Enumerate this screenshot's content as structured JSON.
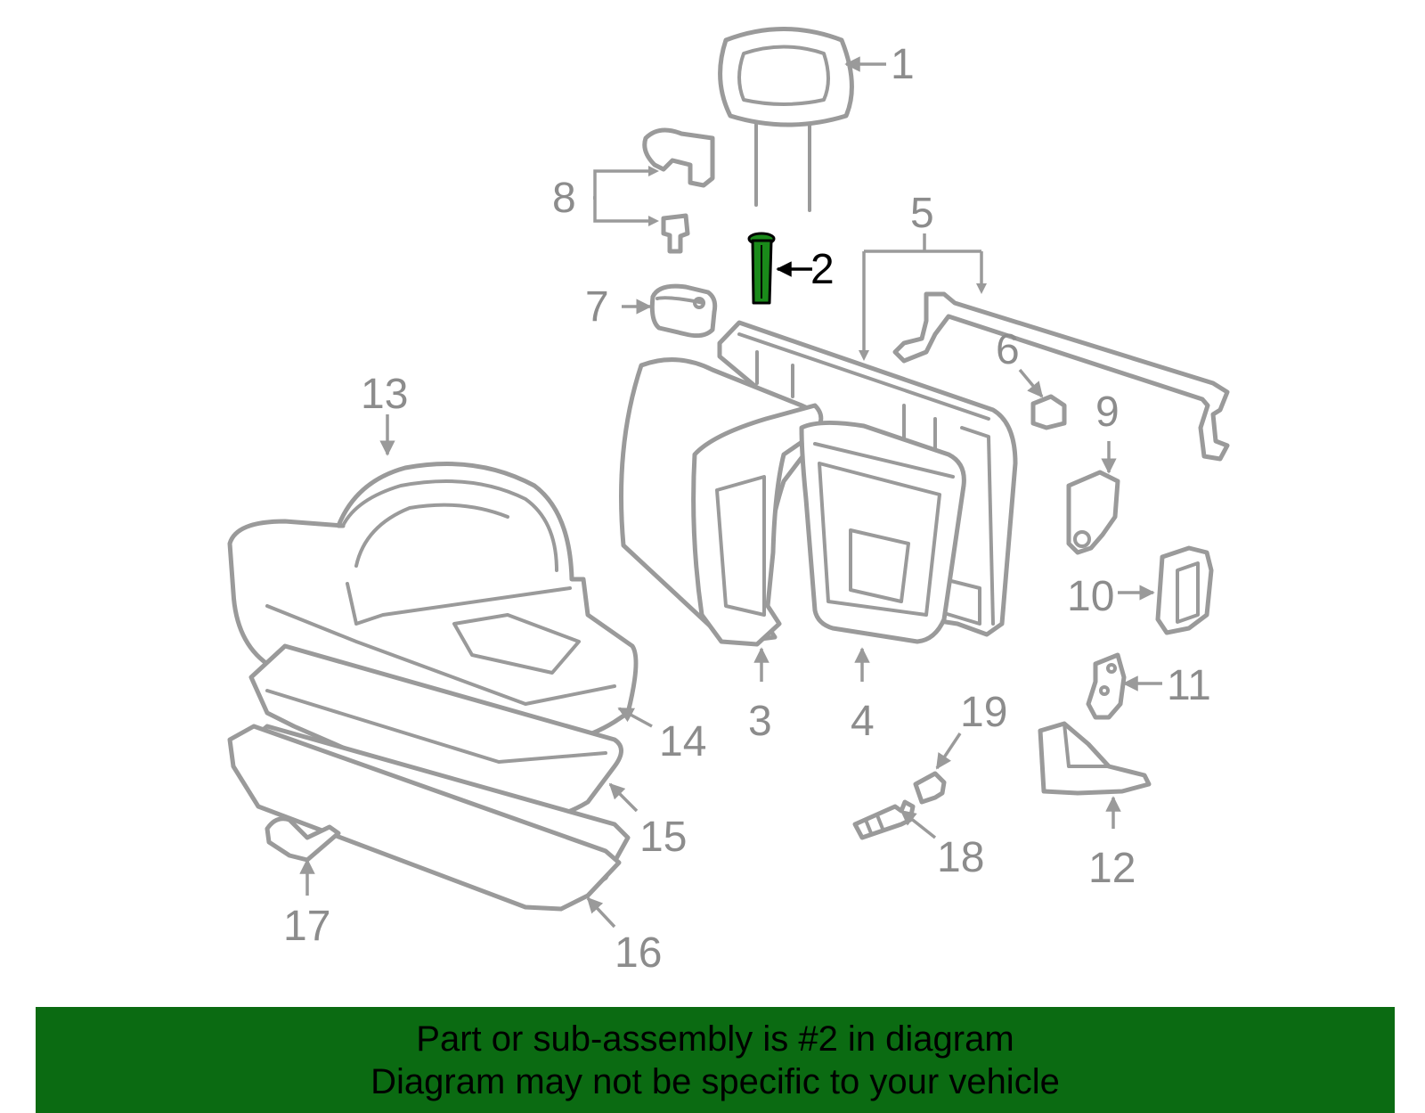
{
  "diagram": {
    "callouts": {
      "c1": "1",
      "c2": "2",
      "c3": "3",
      "c4": "4",
      "c5": "5",
      "c6": "6",
      "c7": "7",
      "c8": "8",
      "c9": "9",
      "c10": "10",
      "c11": "11",
      "c12": "12",
      "c13": "13",
      "c14": "14",
      "c15": "15",
      "c16": "16",
      "c17": "17",
      "c18": "18",
      "c19": "19"
    },
    "highlighted_part": "2",
    "highlight_color": "#1a8a1a",
    "banner_color": "#0b6b12"
  },
  "banner": {
    "line1": "Part or sub-assembly is #2 in diagram",
    "line2": "Diagram may not be specific to your vehicle"
  }
}
